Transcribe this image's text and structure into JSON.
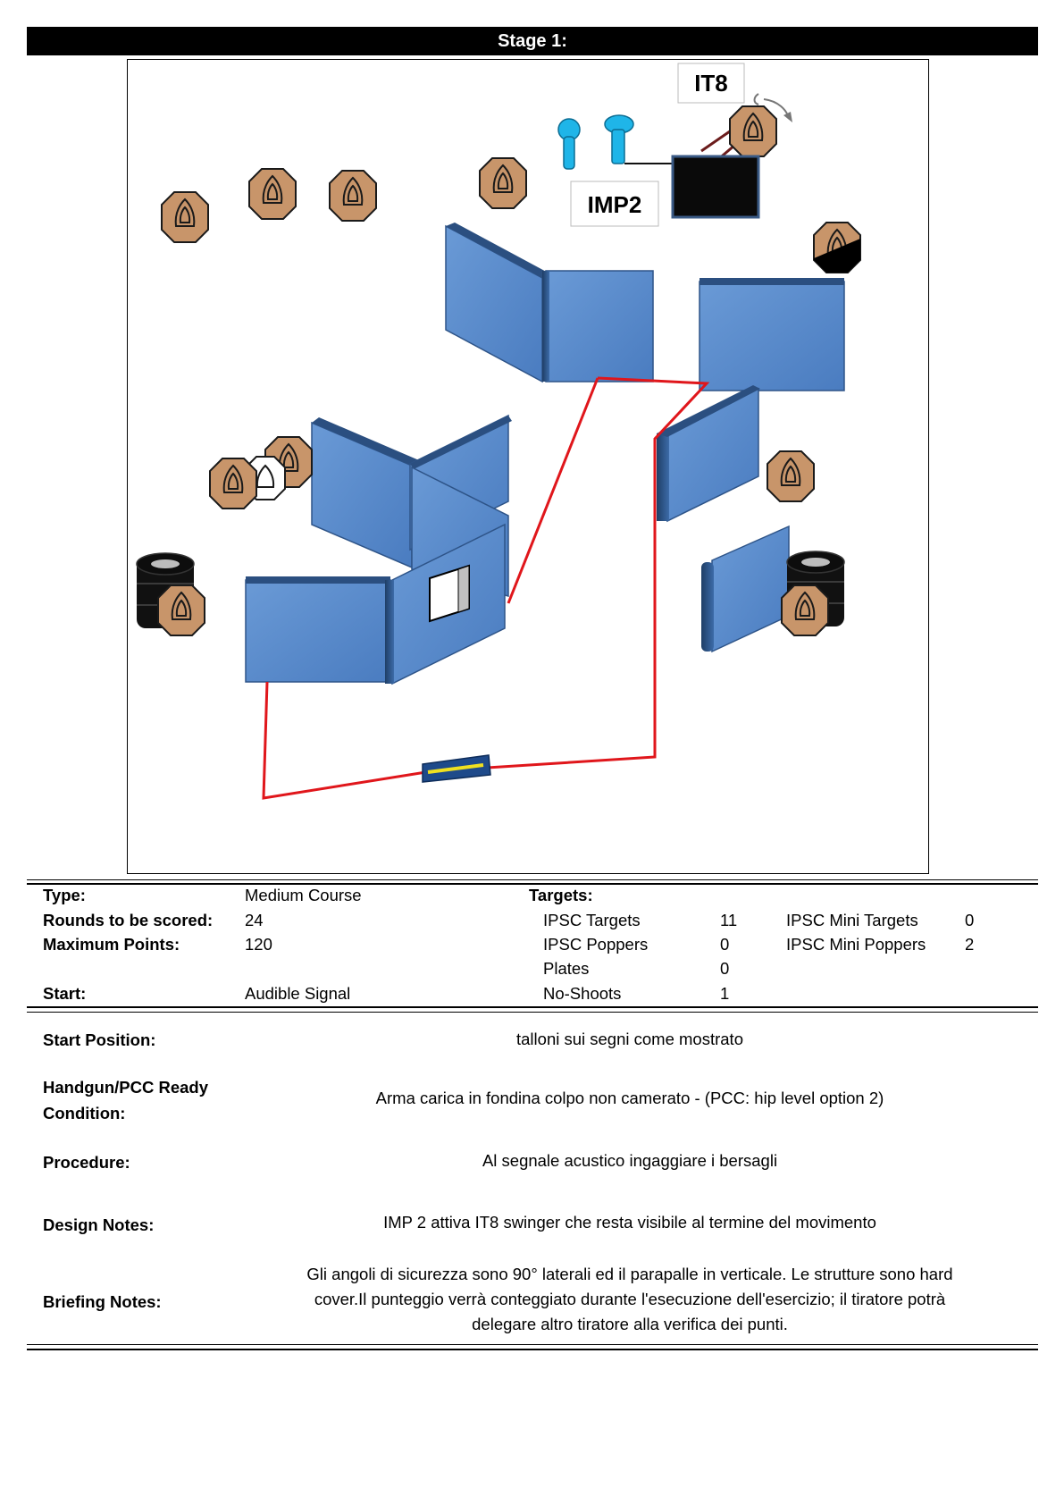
{
  "stage_title": "Stage 1:",
  "diagram": {
    "labels": {
      "it8": "IT8",
      "imp2": "IMP2"
    }
  },
  "summary": {
    "type_label": "Type:",
    "type_value": "Medium Course",
    "rounds_label": "Rounds to be scored:",
    "rounds_value": "24",
    "points_label": "Maximum Points:",
    "points_value": "120",
    "start_label": "Start:",
    "start_value": "Audible Signal",
    "targets_label": "Targets:",
    "targets": [
      {
        "label": "IPSC Targets",
        "value": "11"
      },
      {
        "label": "IPSC Poppers",
        "value": "0"
      },
      {
        "label": "Plates",
        "value": "0"
      },
      {
        "label": "No-Shoots",
        "value": "1"
      }
    ],
    "mini_targets": [
      {
        "label": "IPSC Mini Targets",
        "value": "0"
      },
      {
        "label": "IPSC Mini Poppers",
        "value": "2"
      }
    ]
  },
  "details": {
    "start_position_label": "Start Position:",
    "start_position_value": "talloni  sui segni come mostrato",
    "ready_label_1": "Handgun/PCC Ready",
    "ready_label_2": "Condition:",
    "ready_value": "Arma carica in fondina colpo non camerato - (PCC: hip level option 2)",
    "procedure_label": "Procedure:",
    "procedure_value": "Al segnale acustico ingaggiare i bersagli",
    "design_label": "Design Notes:",
    "design_value": "IMP 2 attiva IT8 swinger che resta visibile al termine del movimento",
    "briefing_label": "Briefing Notes:",
    "briefing_line1": "Gli angoli di sicurezza sono 90° laterali ed il parapalle in verticale. Le strutture sono hard",
    "briefing_line2": "cover.Il punteggio verrà conteggiato durante l'esecuzione dell'esercizio; il tiratore potrà",
    "briefing_line3": "delegare altro tiratore alla verifica  dei punti."
  },
  "colors": {
    "wall": "#4f81bd",
    "target": "#c8956a",
    "popper": "#1fb5e8",
    "fault_line": "#e0161b"
  }
}
